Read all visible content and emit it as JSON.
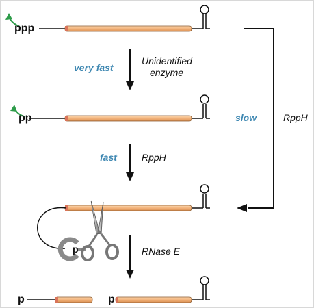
{
  "labels": {
    "very_fast": "very fast",
    "enzyme_line1": "Unidentified",
    "enzyme_line2": "enzyme",
    "fast": "fast",
    "rpph_middle": "RppH",
    "slow": "slow",
    "rpph_right": "RppH",
    "rnase_e": "RNase E"
  },
  "phosphates": {
    "triphosphate": "ppp",
    "diphosphate": "pp",
    "enzyme_pocket": "p",
    "fragment_left": "p",
    "fragment_right": "p"
  },
  "colors": {
    "rna_body": "#f3b47c",
    "rna_end_cap": "#d9745a",
    "arrow_green": "#2e9c4a",
    "label_blue": "#3f88b2",
    "line": "#111111",
    "enzyme_gray": "#8a8a8a"
  },
  "icons": [
    "curved-arrow-icon",
    "stem-loop-icon",
    "scissors-icon"
  ]
}
